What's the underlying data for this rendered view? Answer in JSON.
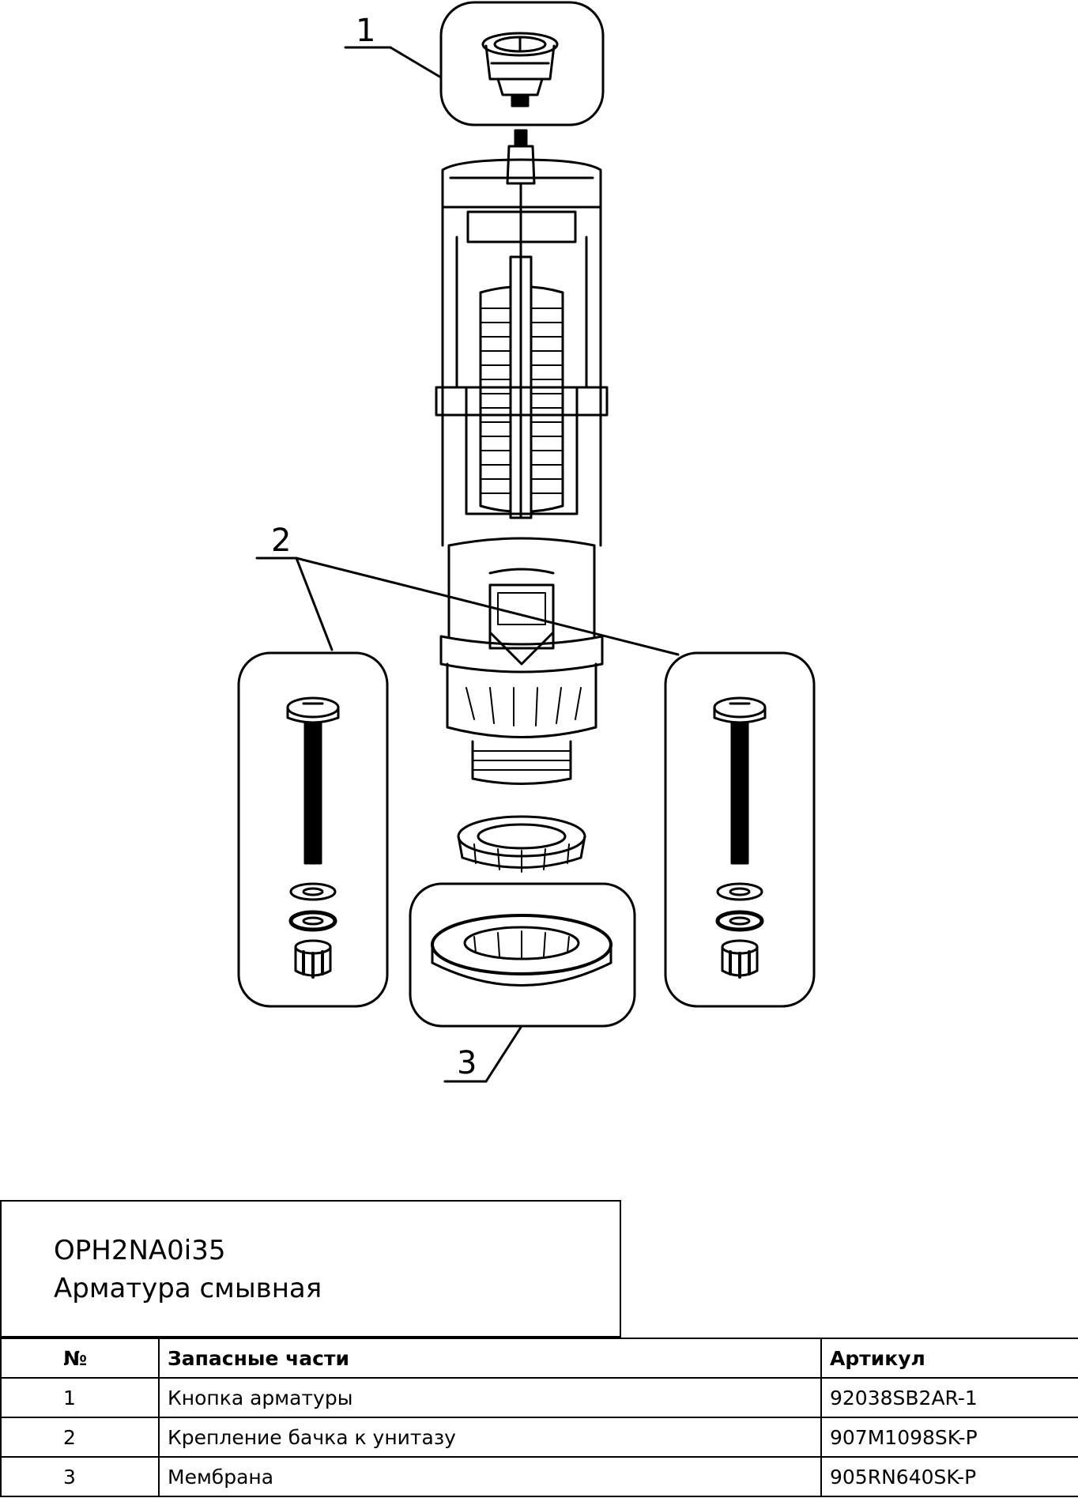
{
  "callouts": {
    "c1": "1",
    "c2": "2",
    "c3": "3"
  },
  "product": {
    "code": "OPH2NA0i35",
    "name": "Арматура смывная"
  },
  "table": {
    "headers": {
      "num": "№",
      "part": "Запасные части",
      "article": "Артикул"
    },
    "rows": [
      {
        "num": "1",
        "part": "Кнопка арматуры",
        "article": "92038SB2AR-1"
      },
      {
        "num": "2",
        "part": "Крепление бачка к унитазу",
        "article": "907M1098SK-P"
      },
      {
        "num": "3",
        "part": "Мембрана",
        "article": "905RN640SK-P"
      }
    ]
  }
}
